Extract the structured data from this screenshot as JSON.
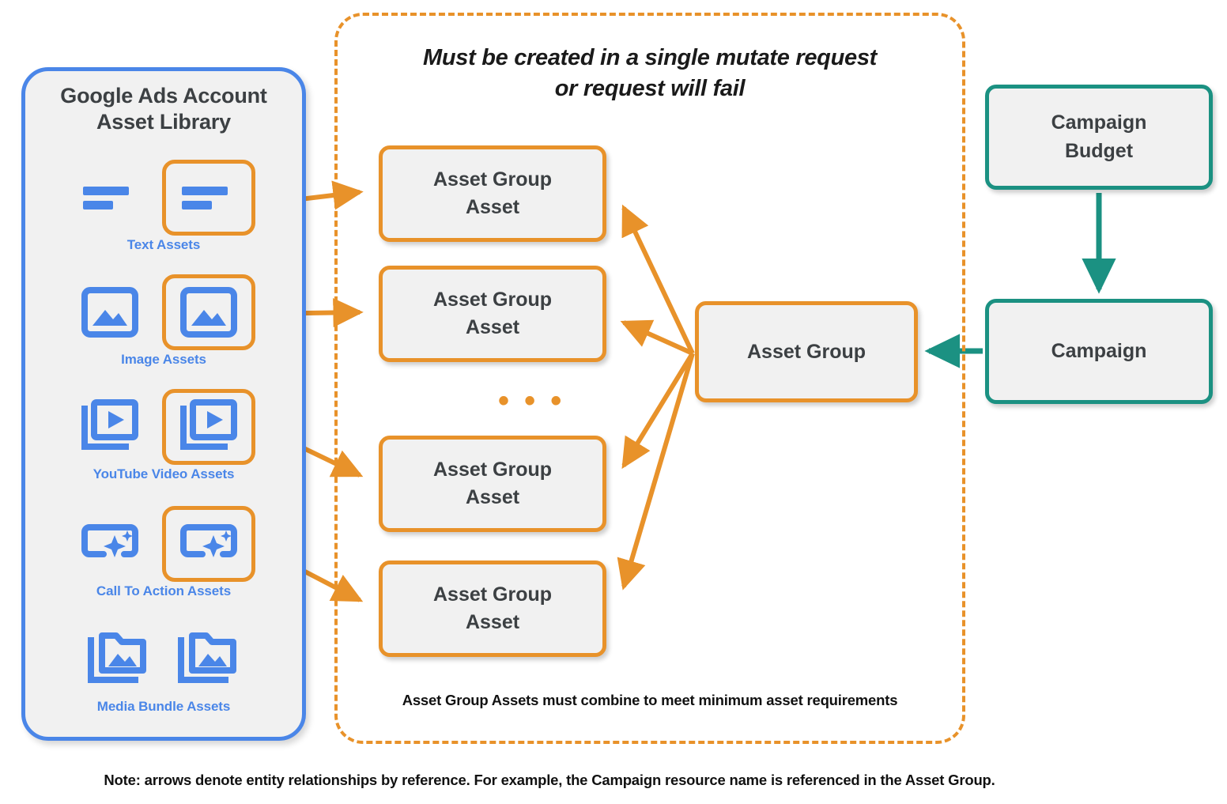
{
  "library": {
    "title": "Google Ads Account\nAsset Library",
    "title_line1": "Google Ads Account",
    "title_line2": "Asset Library",
    "border_color": "#4A86E8",
    "icon_color": "#4A86E8",
    "highlight_color": "#E8922A",
    "items": [
      {
        "label": "Text Assets",
        "icon": "text-lines-icon",
        "highlighted": true
      },
      {
        "label": "Image Assets",
        "icon": "image-icon",
        "highlighted": true
      },
      {
        "label": "YouTube Video  Assets",
        "icon": "video-stack-icon",
        "highlighted": true
      },
      {
        "label": "Call To Action Assets",
        "icon": "cta-sparkle-icon",
        "highlighted": true
      },
      {
        "label": "Media Bundle  Assets",
        "icon": "folder-image-icon",
        "highlighted": false
      }
    ]
  },
  "mutate": {
    "title_line1": "Must be created in a single mutate request",
    "title_line2": "or request will fail",
    "footnote": "Asset Group Assets must combine to meet minimum asset requirements",
    "border_color": "#E8922A",
    "ellipsis": "•  •  •",
    "asset_group_assets": [
      {
        "line1": "Asset Group",
        "line2": "Asset"
      },
      {
        "line1": "Asset Group",
        "line2": "Asset"
      },
      {
        "line1": "Asset Group",
        "line2": "Asset"
      },
      {
        "line1": "Asset Group",
        "line2": "Asset"
      }
    ],
    "asset_group": {
      "label": "Asset Group",
      "border_color": "#E8922A"
    }
  },
  "campaign_side": {
    "budget": {
      "line1": "Campaign",
      "line2": "Budget"
    },
    "campaign": {
      "label": "Campaign"
    },
    "border_color": "#1B9182",
    "arrow_color": "#1B9182"
  },
  "note": "Note: arrows denote entity relationships by reference. For example, the Campaign resource name is referenced in the Asset Group.",
  "colors": {
    "orange": "#E8922A",
    "blue": "#4A86E8",
    "teal": "#1B9182",
    "card_fill": "#F1F1F1",
    "text_dark": "#3C4043",
    "page_bg": "#FFFFFF"
  }
}
